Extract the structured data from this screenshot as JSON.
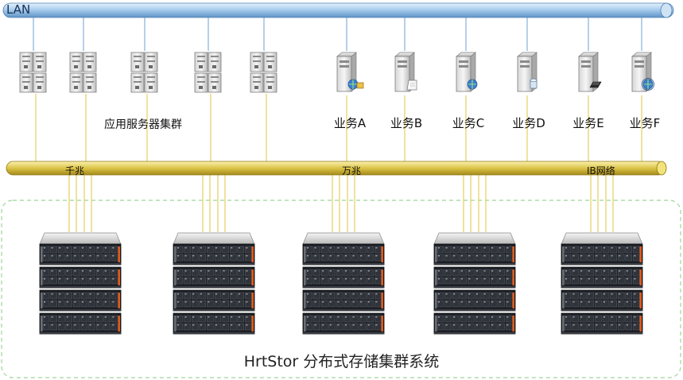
{
  "lan": {
    "label": "LAN"
  },
  "bus": {
    "labels": [
      {
        "text": "千兆"
      },
      {
        "text": "万兆"
      },
      {
        "text": "IB网络"
      }
    ]
  },
  "app_cluster": {
    "label": "应用服务器集群"
  },
  "services": [
    {
      "label": "业务A",
      "icon": "globe-lock-icon"
    },
    {
      "label": "业务B",
      "icon": "document-icon"
    },
    {
      "label": "业务C",
      "icon": "globe-icon"
    },
    {
      "label": "业务D",
      "icon": "database-icon"
    },
    {
      "label": "业务E",
      "icon": "keyboard-icon"
    },
    {
      "label": "业务F",
      "icon": "network-globe-icon"
    }
  ],
  "storage": {
    "label": "HrtStor 分布式存储集群系统",
    "node_count": 5,
    "units_per_node": 4
  },
  "colors": {
    "lan_pipe": "#9ec6e8",
    "bus_pipe": "#d8c24a",
    "lan_link": "#8fb7dc",
    "bus_link": "#e7d36a",
    "cluster_border": "#9fd49a",
    "rack": "#1c1f24"
  }
}
